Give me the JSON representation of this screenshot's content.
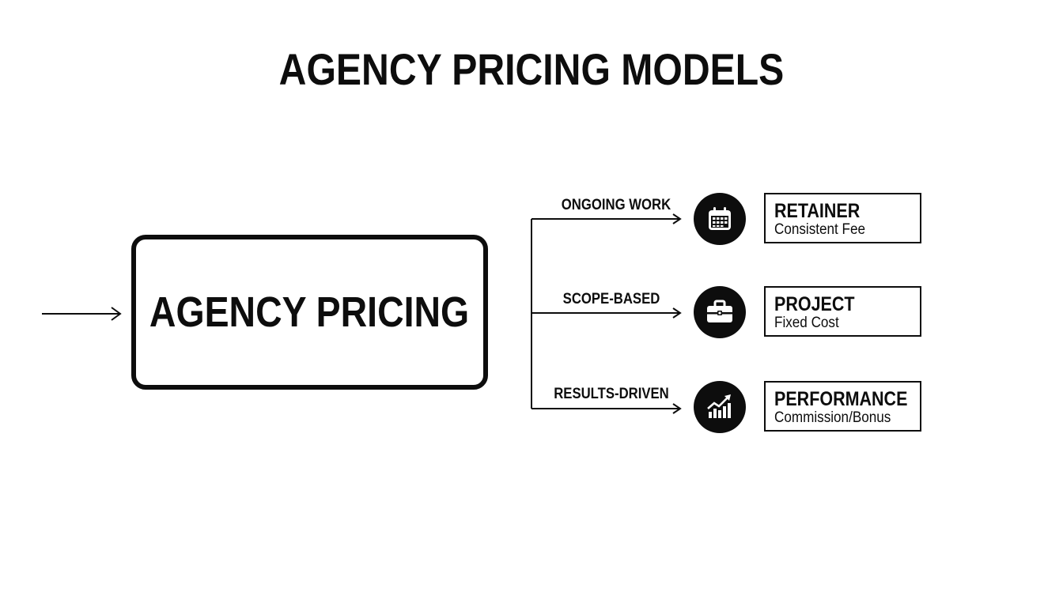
{
  "title": "AGENCY PRICING MODELS",
  "main_box": {
    "label": "AGENCY PRICING"
  },
  "branches": [
    {
      "label": "ONGOING WORK",
      "icon": "calendar-icon",
      "model": "RETAINER",
      "description": "Consistent Fee"
    },
    {
      "label": "SCOPE-BASED",
      "icon": "briefcase-icon",
      "model": "PROJECT",
      "description": "Fixed Cost"
    },
    {
      "label": "RESULTS-DRIVEN",
      "icon": "growth-chart-icon",
      "model": "PERFORMANCE",
      "description": "Commission/Bonus"
    }
  ],
  "colors": {
    "ink": "#0d0d0d",
    "background": "#ffffff"
  }
}
